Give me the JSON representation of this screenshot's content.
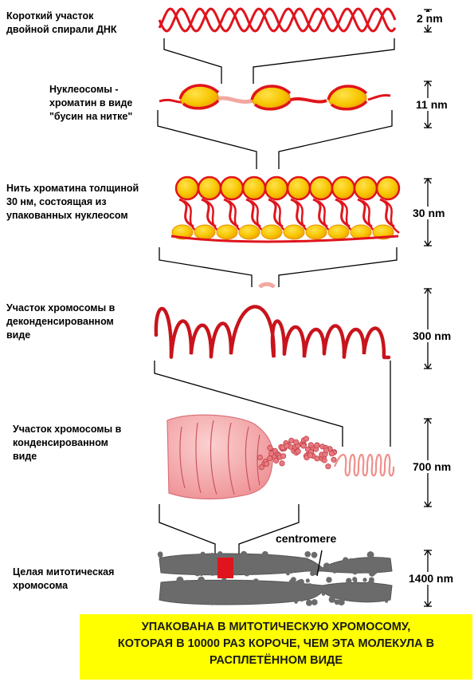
{
  "levels": [
    {
      "label": "Короткий участок\nдвойной спирали ДНК",
      "scale": "2 nm"
    },
    {
      "label": "Нуклеосомы -\nхроматин в виде\n\"бусин на нитке\"",
      "scale": "11 nm"
    },
    {
      "label": "Нить хроматина толщиной\n30 нм, состоящая из\nупакованных нуклеосом",
      "scale": "30 nm"
    },
    {
      "label": "Участок хромосомы в\nдеконденсированном\nвиде",
      "scale": "300 nm"
    },
    {
      "label": "Участок хромосомы в\nконденсированном\nвиде",
      "scale": "700 nm"
    },
    {
      "label": "Целая митотическая\nхромосома",
      "scale": "1400 nm"
    }
  ],
  "centromere_label": "centromere",
  "banner": {
    "text": "УПАКОВАНА В МИТОТИЧЕСКУЮ ХРОМОСОМУ,\nКОТОРАЯ В 10000 РАЗ КОРОЧЕ, ЧЕМ ЭТА МОЛЕКУЛА В\nРАСПЛЕТЁННОМ ВИДЕ",
    "background": "#ffff00"
  },
  "colors": {
    "dna_red": "#e0141c",
    "bead_yellow": "#f7c600",
    "bead_orange": "#f08a00",
    "linker_pink": "#f2a8a0",
    "condensed_pink": "#f4a3a6",
    "chromosome_gray": "#6b6b6b",
    "centromere_band": "#e0141c"
  }
}
